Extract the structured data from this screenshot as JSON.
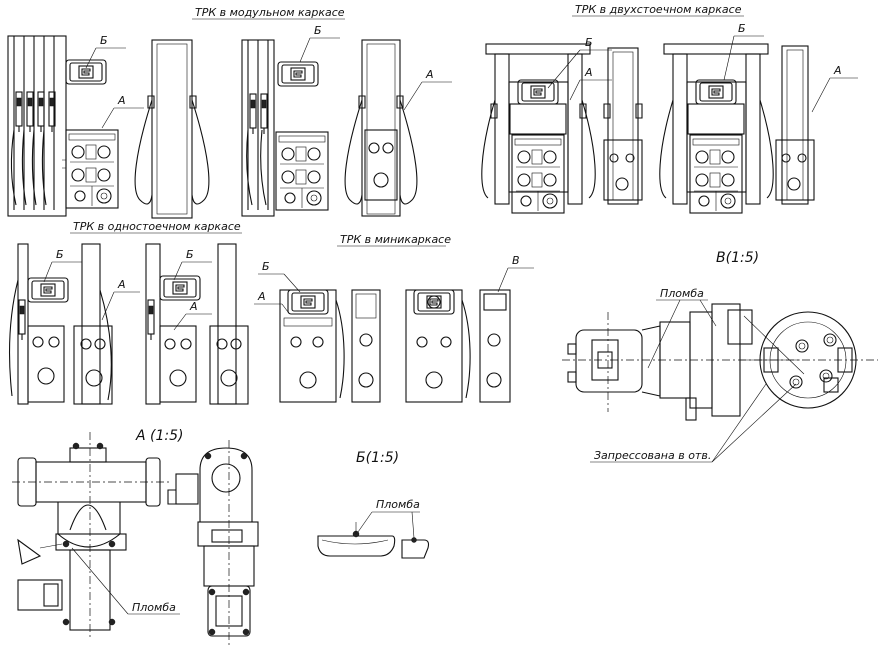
{
  "titles": {
    "modular": "ТРК в модульном каркасе",
    "two_storey": "ТРК в двухстоечном каркасе",
    "one_storey": "ТРК в одностоечном каркасе",
    "mini": "ТРК в миникаркасе"
  },
  "callouts": {
    "A": "А",
    "B": "Б",
    "V": "В"
  },
  "details": {
    "A_title": "А (1:5)",
    "B_title": "Б(1:5)",
    "V_title": "В(1:5)",
    "seal": "Пломба",
    "pressed": "Запрессована в отв."
  }
}
